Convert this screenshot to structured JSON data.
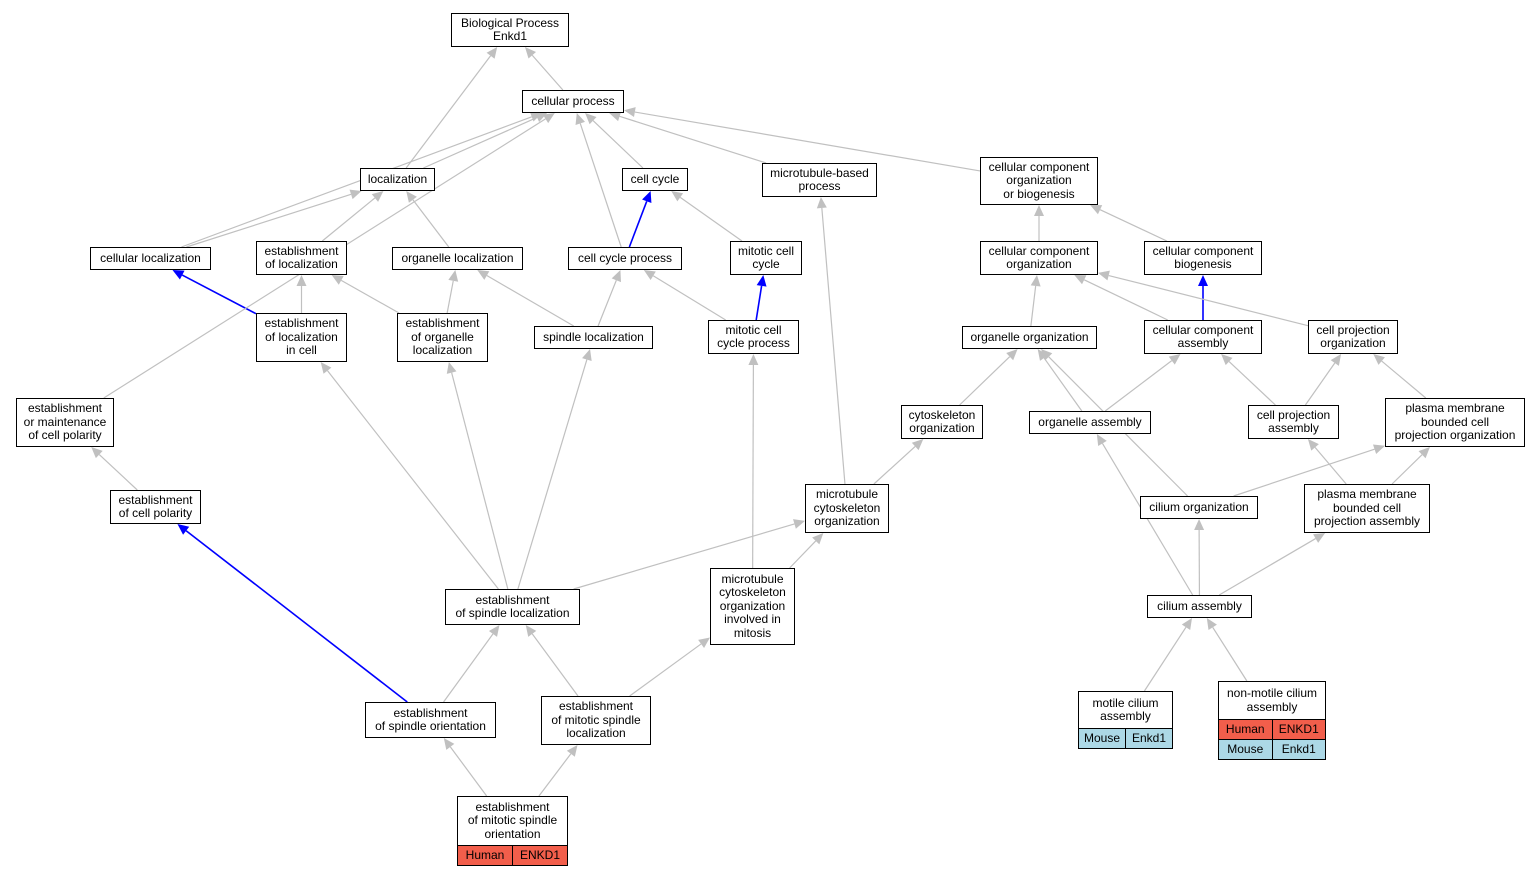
{
  "graph": {
    "colors": {
      "is_a": "#c0c0c0",
      "part_of": "#0000ff",
      "human": "#f25e4b",
      "mouse": "#acd8e6"
    },
    "nodes": [
      {
        "id": "bp",
        "label": "Biological Process\nEnkd1"
      },
      {
        "id": "cp",
        "label": "cellular process"
      },
      {
        "id": "loc",
        "label": "localization"
      },
      {
        "id": "cc",
        "label": "cell cycle"
      },
      {
        "id": "mtbp",
        "label": "microtubule-based\nprocess"
      },
      {
        "id": "ccob",
        "label": "cellular component\norganization\nor biogenesis"
      },
      {
        "id": "cl",
        "label": "cellular localization"
      },
      {
        "id": "eol",
        "label": "establishment\nof localization"
      },
      {
        "id": "ol",
        "label": "organelle localization"
      },
      {
        "id": "ccp",
        "label": "cell cycle process"
      },
      {
        "id": "mcc",
        "label": "mitotic cell\ncycle"
      },
      {
        "id": "cco",
        "label": "cellular component\norganization"
      },
      {
        "id": "ccb",
        "label": "cellular component\nbiogenesis"
      },
      {
        "id": "eolc",
        "label": "establishment\nof localization\nin cell"
      },
      {
        "id": "eool",
        "label": "establishment\nof organelle\nlocalization"
      },
      {
        "id": "sl",
        "label": "spindle localization"
      },
      {
        "id": "mccp",
        "label": "mitotic cell\ncycle process"
      },
      {
        "id": "oo",
        "label": "organelle organization"
      },
      {
        "id": "cca",
        "label": "cellular component\nassembly"
      },
      {
        "id": "cpo",
        "label": "cell projection\norganization"
      },
      {
        "id": "emcp",
        "label": "establishment\nor maintenance\nof cell polarity"
      },
      {
        "id": "co",
        "label": "cytoskeleton\norganization"
      },
      {
        "id": "oa",
        "label": "organelle assembly"
      },
      {
        "id": "cpa",
        "label": "cell projection\nassembly"
      },
      {
        "id": "pmbcpo",
        "label": "plasma membrane\nbounded cell\nprojection organization"
      },
      {
        "id": "ecp",
        "label": "establishment\nof cell polarity"
      },
      {
        "id": "mco",
        "label": "microtubule\ncytoskeleton\norganization"
      },
      {
        "id": "ciliumo",
        "label": "cilium organization"
      },
      {
        "id": "pmbcpa",
        "label": "plasma membrane\nbounded cell\nprojection assembly"
      },
      {
        "id": "esl",
        "label": "establishment\nof spindle localization"
      },
      {
        "id": "mcoim",
        "label": "microtubule\ncytoskeleton\norganization\ninvolved in\nmitosis"
      },
      {
        "id": "ciliuma",
        "label": "cilium assembly"
      },
      {
        "id": "eso",
        "label": "establishment\nof spindle orientation"
      },
      {
        "id": "emsl",
        "label": "establishment\nof mitotic spindle\nlocalization"
      },
      {
        "id": "mca",
        "label": "motile cilium\nassembly",
        "annotations": [
          [
            "Mouse",
            "Enkd1"
          ]
        ]
      },
      {
        "id": "nmca",
        "label": "non-motile cilium\nassembly",
        "annotations": [
          [
            "Human",
            "ENKD1"
          ],
          [
            "Mouse",
            "Enkd1"
          ]
        ]
      },
      {
        "id": "emso",
        "label": "establishment\nof mitotic spindle\norientation",
        "annotations": [
          [
            "Human",
            "ENKD1"
          ]
        ]
      }
    ],
    "edges": [
      {
        "from": "cp",
        "to": "bp",
        "type": "is_a"
      },
      {
        "from": "loc",
        "to": "bp",
        "type": "is_a"
      },
      {
        "from": "loc",
        "to": "cp",
        "type": "is_a"
      },
      {
        "from": "cc",
        "to": "cp",
        "type": "is_a"
      },
      {
        "from": "mtbp",
        "to": "cp",
        "type": "is_a"
      },
      {
        "from": "ccob",
        "to": "cp",
        "type": "is_a"
      },
      {
        "from": "cl",
        "to": "cp",
        "type": "is_a"
      },
      {
        "from": "cl",
        "to": "loc",
        "type": "is_a"
      },
      {
        "from": "eol",
        "to": "loc",
        "type": "is_a"
      },
      {
        "from": "ol",
        "to": "loc",
        "type": "is_a"
      },
      {
        "from": "ccp",
        "to": "cp",
        "type": "is_a"
      },
      {
        "from": "ccp",
        "to": "cc",
        "type": "part_of"
      },
      {
        "from": "mcc",
        "to": "cc",
        "type": "is_a"
      },
      {
        "from": "cco",
        "to": "ccob",
        "type": "is_a"
      },
      {
        "from": "ccb",
        "to": "ccob",
        "type": "is_a"
      },
      {
        "from": "eolc",
        "to": "eol",
        "type": "is_a"
      },
      {
        "from": "eolc",
        "to": "cl",
        "type": "part_of"
      },
      {
        "from": "eool",
        "to": "eol",
        "type": "is_a"
      },
      {
        "from": "eool",
        "to": "ol",
        "type": "is_a"
      },
      {
        "from": "sl",
        "to": "ol",
        "type": "is_a"
      },
      {
        "from": "sl",
        "to": "ccp",
        "type": "is_a"
      },
      {
        "from": "mccp",
        "to": "ccp",
        "type": "is_a"
      },
      {
        "from": "mccp",
        "to": "mcc",
        "type": "part_of"
      },
      {
        "from": "oo",
        "to": "cco",
        "type": "is_a"
      },
      {
        "from": "cca",
        "to": "cco",
        "type": "is_a"
      },
      {
        "from": "cca",
        "to": "ccb",
        "type": "part_of"
      },
      {
        "from": "cpo",
        "to": "cco",
        "type": "is_a"
      },
      {
        "from": "emcp",
        "to": "cp",
        "type": "is_a"
      },
      {
        "from": "co",
        "to": "oo",
        "type": "is_a"
      },
      {
        "from": "oa",
        "to": "oo",
        "type": "is_a"
      },
      {
        "from": "oa",
        "to": "cca",
        "type": "is_a"
      },
      {
        "from": "cpa",
        "to": "cca",
        "type": "is_a"
      },
      {
        "from": "cpa",
        "to": "cpo",
        "type": "is_a"
      },
      {
        "from": "pmbcpo",
        "to": "cpo",
        "type": "is_a"
      },
      {
        "from": "ecp",
        "to": "emcp",
        "type": "is_a"
      },
      {
        "from": "mco",
        "to": "co",
        "type": "is_a"
      },
      {
        "from": "mco",
        "to": "mtbp",
        "type": "is_a"
      },
      {
        "from": "ciliumo",
        "to": "oo",
        "type": "is_a"
      },
      {
        "from": "ciliumo",
        "to": "pmbcpo",
        "type": "is_a"
      },
      {
        "from": "pmbcpa",
        "to": "cpa",
        "type": "is_a"
      },
      {
        "from": "pmbcpa",
        "to": "pmbcpo",
        "type": "is_a"
      },
      {
        "from": "esl",
        "to": "eolc",
        "type": "is_a"
      },
      {
        "from": "esl",
        "to": "eool",
        "type": "is_a"
      },
      {
        "from": "esl",
        "to": "sl",
        "type": "is_a"
      },
      {
        "from": "esl",
        "to": "mco",
        "type": "is_a"
      },
      {
        "from": "mcoim",
        "to": "mco",
        "type": "is_a"
      },
      {
        "from": "mcoim",
        "to": "mccp",
        "type": "is_a"
      },
      {
        "from": "ciliuma",
        "to": "oa",
        "type": "is_a"
      },
      {
        "from": "ciliuma",
        "to": "ciliumo",
        "type": "is_a"
      },
      {
        "from": "ciliuma",
        "to": "pmbcpa",
        "type": "is_a"
      },
      {
        "from": "eso",
        "to": "esl",
        "type": "is_a"
      },
      {
        "from": "eso",
        "to": "ecp",
        "type": "part_of"
      },
      {
        "from": "emsl",
        "to": "esl",
        "type": "is_a"
      },
      {
        "from": "emsl",
        "to": "mcoim",
        "type": "is_a"
      },
      {
        "from": "emso",
        "to": "eso",
        "type": "is_a"
      },
      {
        "from": "emso",
        "to": "emsl",
        "type": "is_a"
      },
      {
        "from": "mca",
        "to": "ciliuma",
        "type": "is_a"
      },
      {
        "from": "nmca",
        "to": "ciliuma",
        "type": "is_a"
      }
    ]
  }
}
